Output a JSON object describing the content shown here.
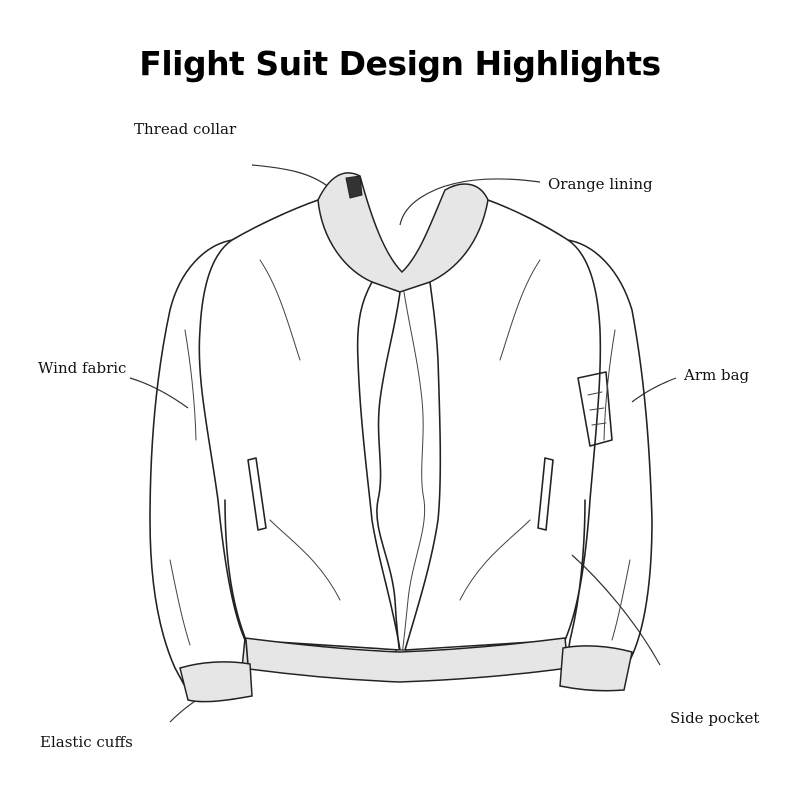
{
  "title": "Flight Suit Design Highlights",
  "labels": {
    "thread_collar": "Thread collar",
    "orange_lining": "Orange lining",
    "wind_fabric": "Wind fabric",
    "arm_bag": "Arm bag",
    "elastic_cuffs": "Elastic cuffs",
    "side_pocket": "Side pocket"
  }
}
